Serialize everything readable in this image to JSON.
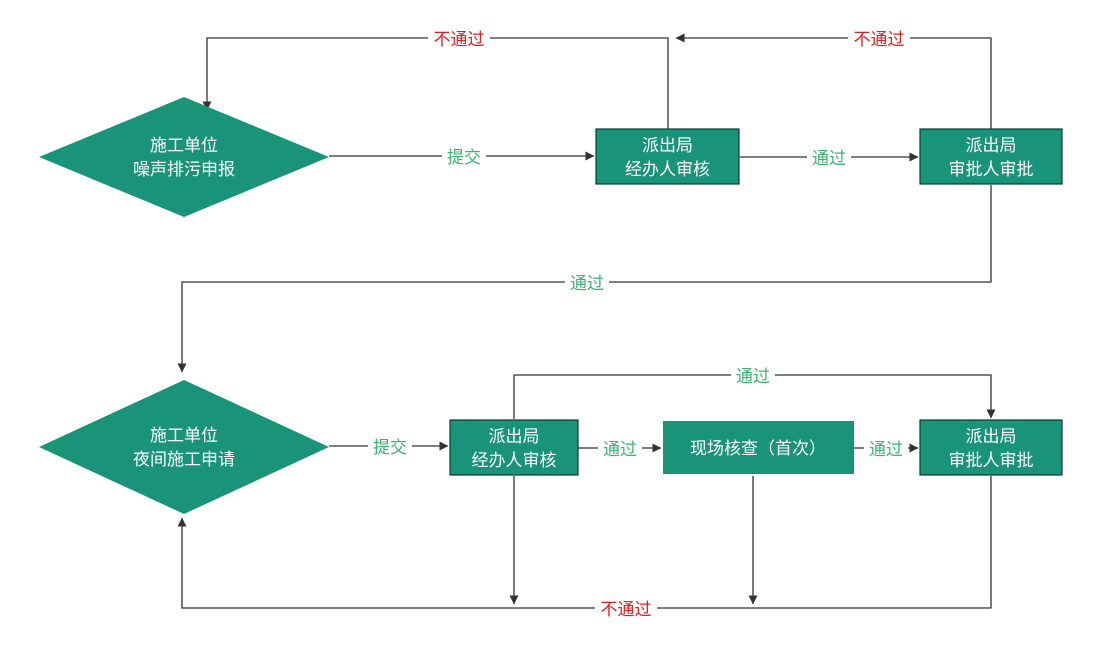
{
  "colors": {
    "node_fill": "#19937A",
    "node_stroke": "#0f3a30",
    "pass_label": "#3cb371",
    "fail_label": "#e02020",
    "line": "#333333"
  },
  "top": {
    "start": {
      "line1": "施工单位",
      "line2": "噪声排污申报"
    },
    "officer": {
      "line1": "派出局",
      "line2": "经办人审核"
    },
    "approver": {
      "line1": "派出局",
      "line2": "审批人审批"
    },
    "submit_label": "提交",
    "pass_label": "通过",
    "reject_to_start_label": "不通过",
    "reject_to_officer_label": "不通过",
    "pass_down_label": "通过"
  },
  "bottom": {
    "start": {
      "line1": "施工单位",
      "line2": "夜间施工申请"
    },
    "officer": {
      "line1": "派出局",
      "line2": "经办人审核"
    },
    "inspection": {
      "label": "现场核查（首次）"
    },
    "approver": {
      "line1": "派出局",
      "line2": "审批人审批"
    },
    "submit_label": "提交",
    "pass_to_inspection_label": "通过",
    "pass_to_approver_label": "通过",
    "bypass_label": "通过",
    "reject_label": "不通过"
  }
}
